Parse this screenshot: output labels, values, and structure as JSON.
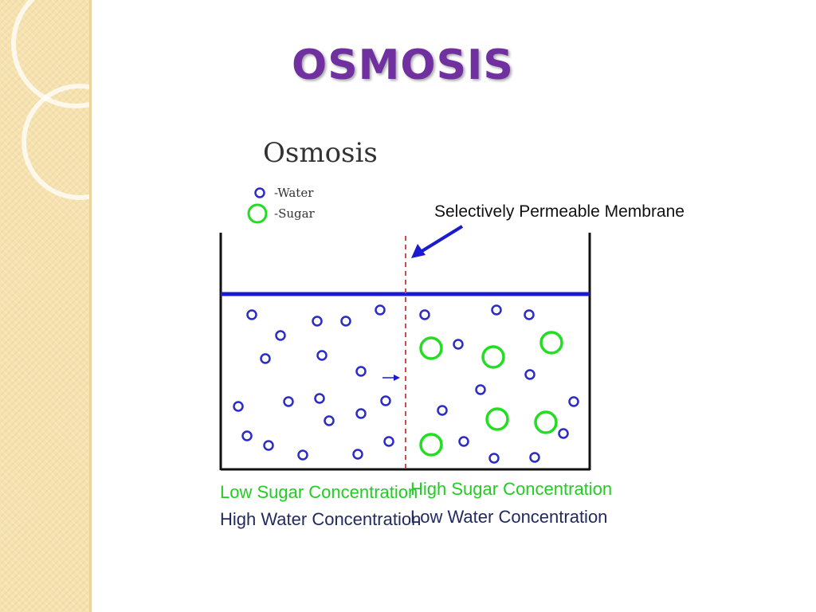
{
  "slide": {
    "title": "OSMOSIS"
  },
  "figure": {
    "title": "Osmosis",
    "legend": {
      "water_label": "-Water",
      "sugar_label": "-Sugar"
    },
    "membrane_label": "Selectively Permeable Membrane",
    "left_side": {
      "line1": "Low Sugar Concentration",
      "line2": "High Water Concentration"
    },
    "right_side": {
      "line1": "High Sugar Concentration",
      "line2": "Low Water Concentration"
    },
    "colors": {
      "water": "#2b2bc8",
      "sugar": "#22dd22",
      "water_line": "#1a1ad0",
      "membrane": "#d44a4a",
      "title": "#7030a0"
    }
  }
}
